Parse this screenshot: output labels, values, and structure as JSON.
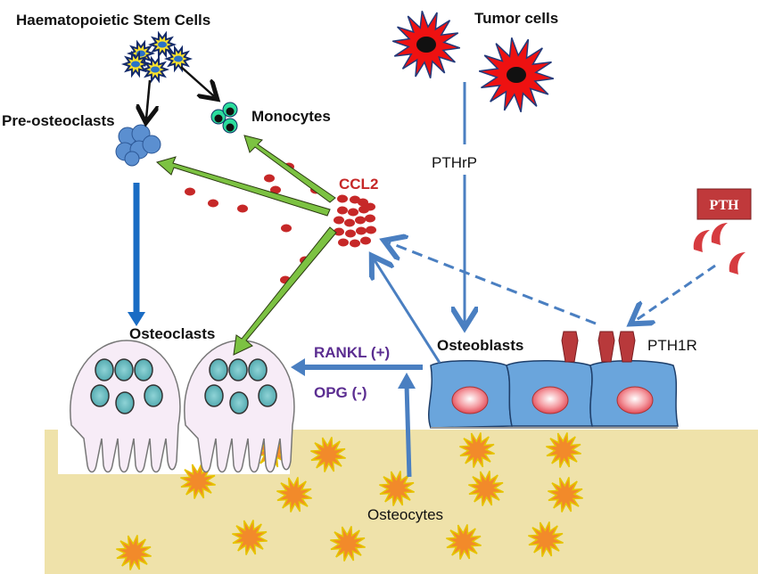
{
  "diagram": {
    "labels": {
      "hsc": "Haematopoietic Stem Cells",
      "pre_osteoclasts": "Pre-osteoclasts",
      "monocytes": "Monocytes",
      "tumor_cells": "Tumor cells",
      "pthrp": "PTHrP",
      "ccl2": "CCL2",
      "pth": "PTH",
      "osteoclasts": "Osteoclasts",
      "osteoblasts": "Osteoblasts",
      "pth1r": "PTH1R",
      "rankl": "RANKL (+)",
      "opg": "OPG  (-)",
      "osteocytes": "Osteocytes"
    },
    "colors": {
      "bone": "#efe2aa",
      "tumor": "#ee1111",
      "ccl2": "#c62828",
      "green_arrow": "#7cc242",
      "blue_arrow": "#4a7fc1",
      "osteoblast": "#6aa5dc",
      "osteoclast": "#f7ecf7",
      "osteocyte": "#f28a2a",
      "pth": "#c0393b",
      "purple_text": "#5b2d91"
    }
  }
}
